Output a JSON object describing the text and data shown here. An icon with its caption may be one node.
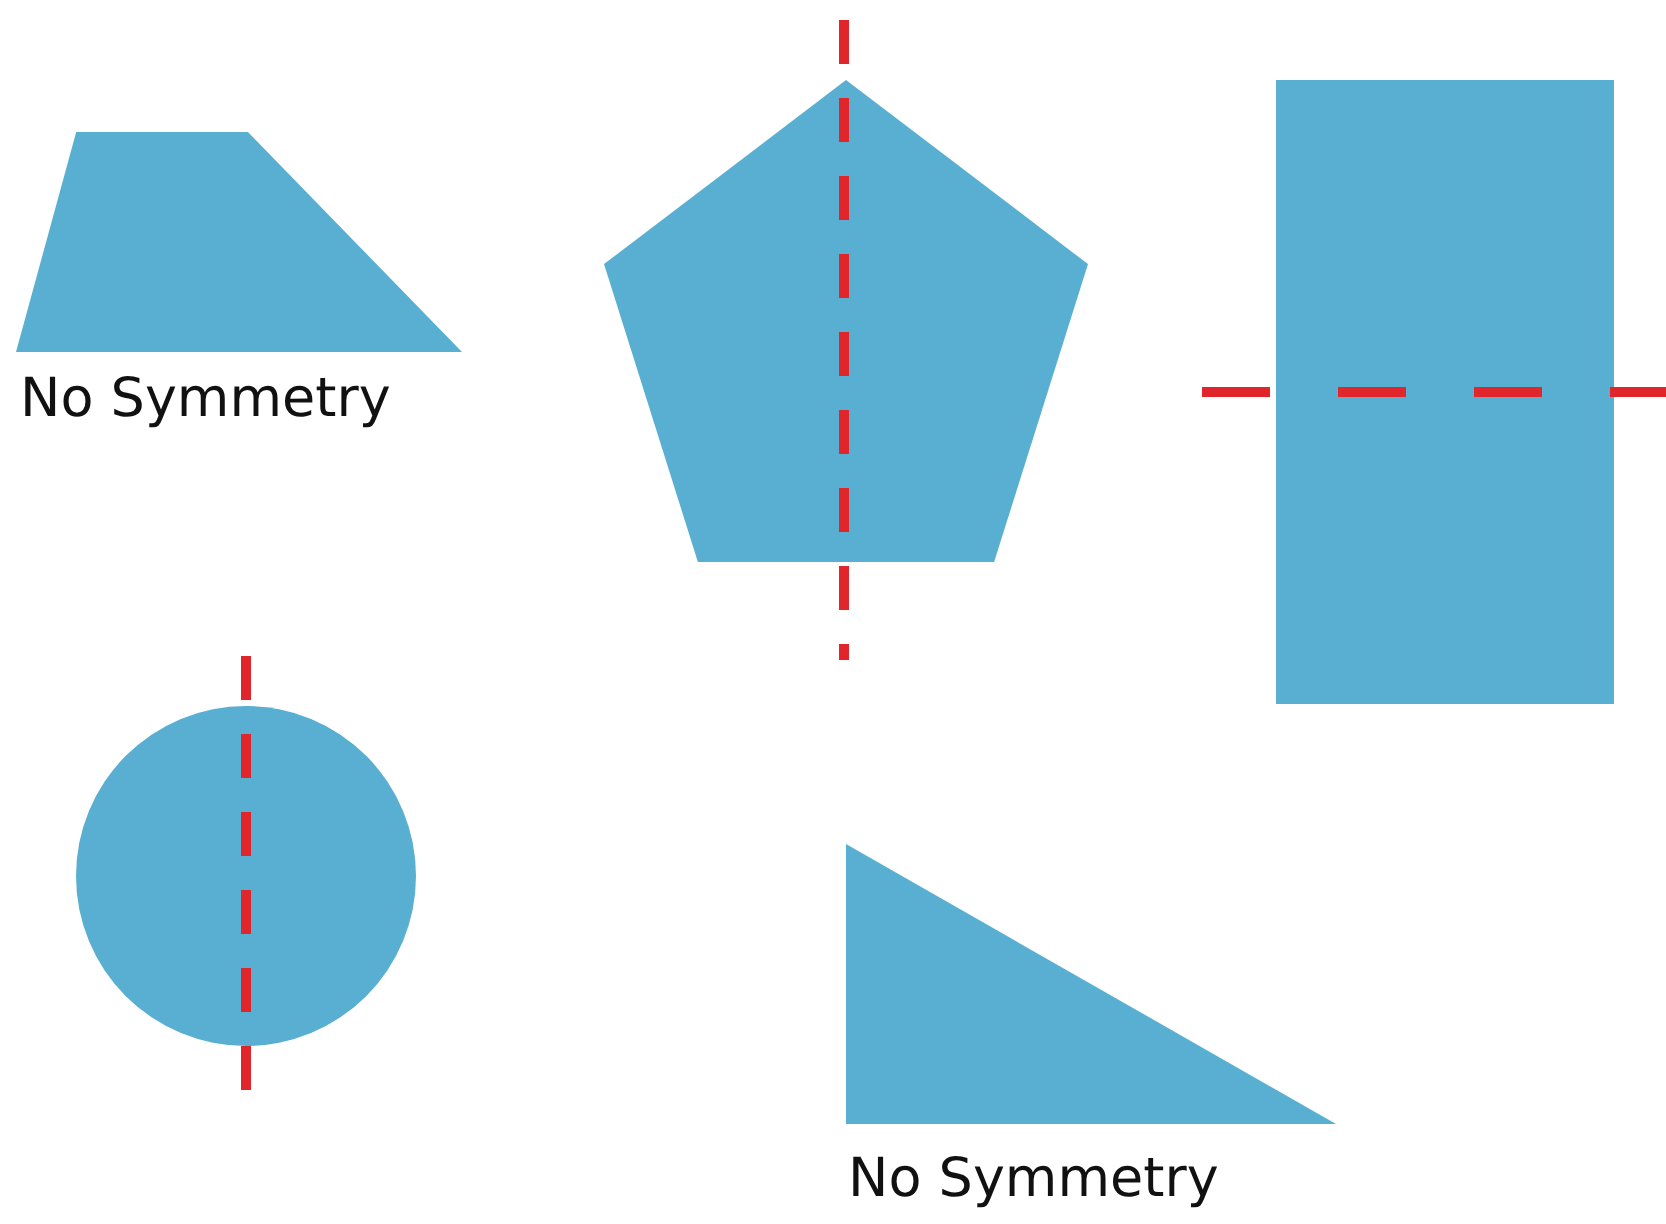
{
  "diagram": {
    "nodes": [
      {
        "text": [],
        "shape": "trapezoid",
        "beside": [
          "No Symmetry"
        ]
      },
      {
        "text": [],
        "shape": "pentagon"
      },
      {
        "text": [],
        "shape": "box"
      },
      {
        "text": [],
        "shape": "circle"
      },
      {
        "text": [],
        "shape": "triangle",
        "beside": [
          "No Symmetry"
        ]
      }
    ]
  }
}
